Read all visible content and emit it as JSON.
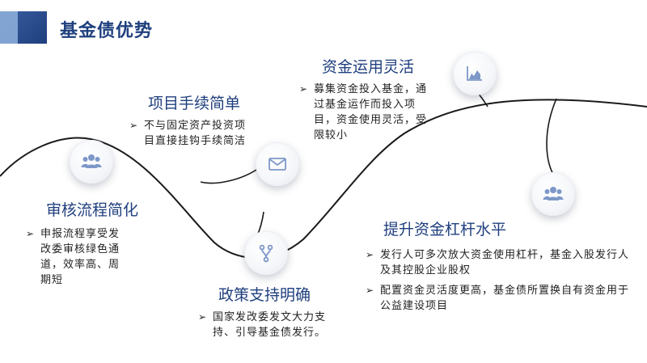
{
  "header": {
    "title": "基金债优势"
  },
  "icons": {
    "review": "users-icon",
    "project": "mail-icon",
    "policy": "branch-icon",
    "fund": "area-chart-icon",
    "leverage": "users-icon"
  },
  "colors": {
    "accent": "#1f3f7e",
    "icon": "#7d98c8",
    "curve": "#1a1a1a"
  },
  "items": {
    "review": {
      "title": "审核流程简化",
      "bullets": [
        "申报流程享受发改委审核绿色通道，效率高、周期短"
      ]
    },
    "project": {
      "title": "项目手续简单",
      "bullets": [
        "不与固定资产投资项目直接挂钩手续简洁"
      ]
    },
    "policy": {
      "title": "政策支持明确",
      "bullets": [
        "国家发改委发文大力支持、引导基金债发行。"
      ]
    },
    "fund": {
      "title": "资金运用灵活",
      "bullets": [
        "募集资金投入基金，通过基金运作而投入项目，资金使用灵活，受限较小"
      ]
    },
    "leverage": {
      "title": "提升资金杠杆水平",
      "bullets": [
        "发行人可多次放大资金使用杠杆，基金入股发行人及其控股企业股权",
        "配置资金灵活度更高，基金债所置换自有资金用于公益建设项目"
      ]
    }
  }
}
